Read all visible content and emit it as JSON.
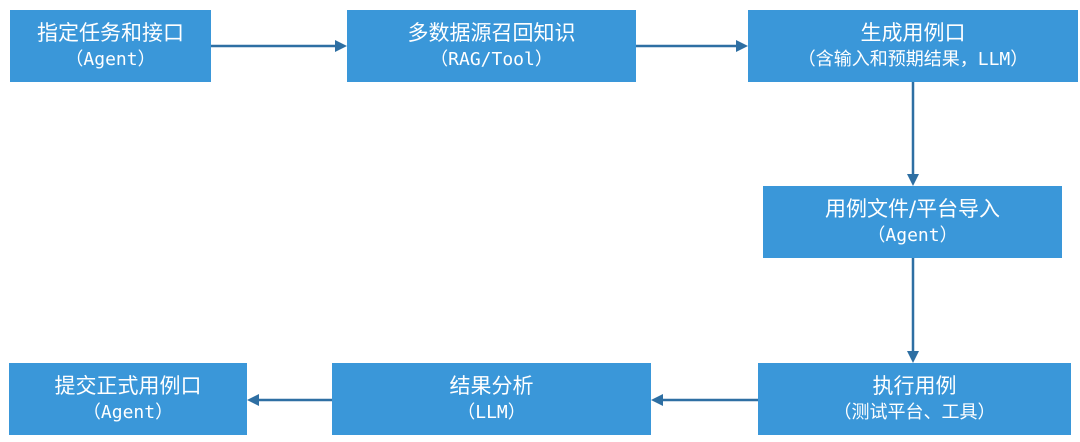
{
  "nodes": {
    "task": {
      "title": "指定任务和接口",
      "subtitle": "（Agent）"
    },
    "recall": {
      "title": "多数据源召回知识",
      "subtitle": "（RAG/Tool）"
    },
    "generate": {
      "title": "生成用例口",
      "subtitle": "（含输入和预期结果，LLM）"
    },
    "import": {
      "title": "用例文件/平台导入",
      "subtitle": "（Agent）"
    },
    "execute": {
      "title": "执行用例",
      "subtitle": "（测试平台、工具）"
    },
    "analyze": {
      "title": "结果分析",
      "subtitle": "（LLM）"
    },
    "submit": {
      "title": "提交正式用例口",
      "subtitle": "（Agent）"
    }
  },
  "colors": {
    "box_fill": "#3a97d9",
    "arrow": "#2e6fa3",
    "text": "#ffffff"
  }
}
